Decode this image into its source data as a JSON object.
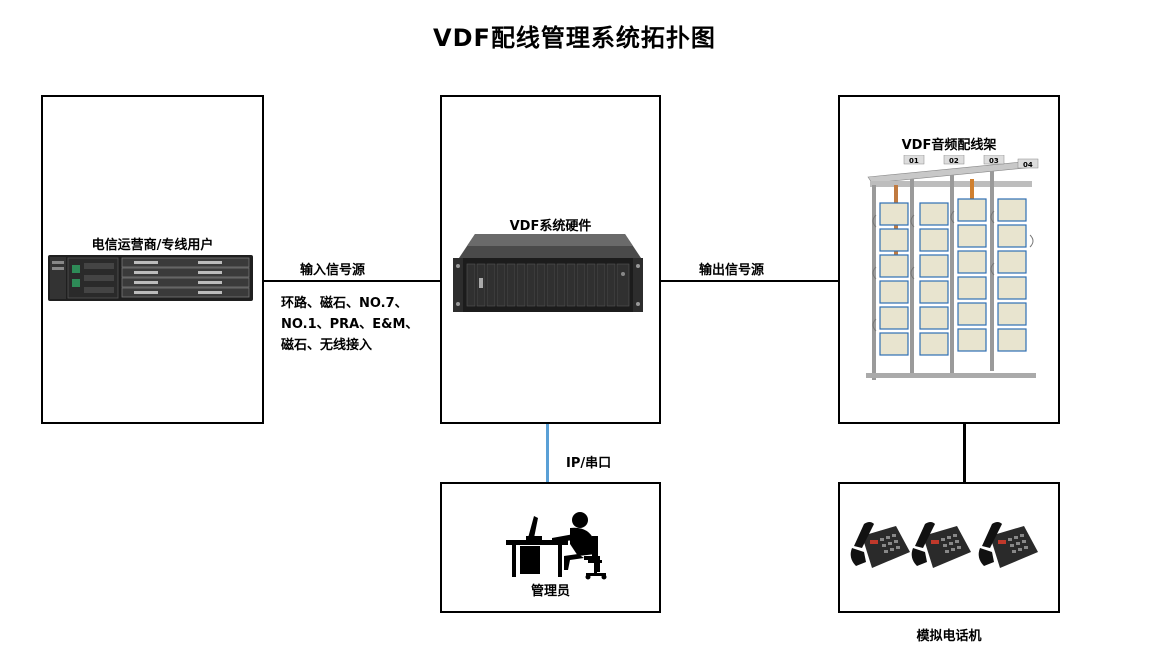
{
  "title": "VDF配线管理系统拓扑图",
  "nodes": {
    "carrier": {
      "label": "电信运营商/专线用户",
      "icon": "rack-server-icon"
    },
    "hardware": {
      "label": "VDF系统硬件",
      "icon": "rack-chassis-icon"
    },
    "frame": {
      "label": "VDF音频配线架",
      "icon": "distribution-frame-icon",
      "column_labels": [
        "01",
        "02",
        "03",
        "04"
      ]
    },
    "admin": {
      "label": "管理员",
      "icon": "operator-at-desk-icon"
    },
    "phones": {
      "label": "模拟电话机",
      "icon": "desk-phone-icon",
      "count": 3
    }
  },
  "links": {
    "input": {
      "label": "输入信号源",
      "sources": [
        "环路、磁石、NO.7、",
        "NO.1、PRA、E&M、",
        "磁石、无线接入"
      ]
    },
    "output": {
      "label": "输出信号源"
    },
    "mgmt": {
      "label": "IP/串口",
      "color": "#5aa0d6"
    }
  }
}
